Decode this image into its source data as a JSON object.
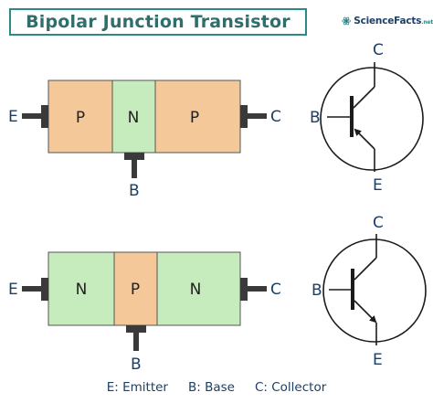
{
  "title": "Bipolar Junction Transistor",
  "logo": {
    "brand": "ScienceFacts",
    "suffix": ".net",
    "icon": "atom-icon"
  },
  "colors": {
    "p_region": "#f5c89a",
    "n_region": "#c6ebbd",
    "lead": "#3a3a3a",
    "label": "#1b3f66",
    "title_border": "#2a8a86"
  },
  "pnp": {
    "segments": [
      "P",
      "N",
      "P"
    ],
    "terminals": {
      "emitter": "E",
      "base": "B",
      "collector": "C"
    },
    "symbol": {
      "collector": "C",
      "base": "B",
      "emitter": "E"
    }
  },
  "npn": {
    "segments": [
      "N",
      "P",
      "N"
    ],
    "terminals": {
      "emitter": "E",
      "base": "B",
      "collector": "C"
    },
    "symbol": {
      "collector": "C",
      "base": "B",
      "emitter": "E"
    }
  },
  "legend": [
    "E: Emitter",
    "B: Base",
    "C: Collector"
  ]
}
